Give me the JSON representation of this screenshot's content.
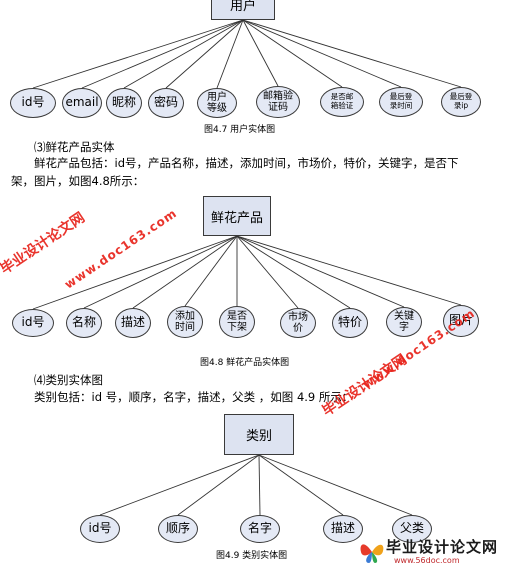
{
  "colors": {
    "node_fill": "#dde3f1",
    "watermark": "#e8231b"
  },
  "diagram1": {
    "root": "用户",
    "leaves": [
      "id号",
      "email",
      "昵称",
      "密码",
      "用户\n等级",
      "邮箱验\n证码",
      "是否邮\n箱验证",
      "最后登\n录时间",
      "最后登\n录ip"
    ],
    "caption": "图4.7  用户实体图"
  },
  "section3": {
    "heading": "⑶鲜花产品实体",
    "line1": "鲜花产品包括：id号，产品名称，描述，添加时间，市场价，特价，关键字，是否下",
    "line2": "架，图片，如图4.8所示："
  },
  "diagram2": {
    "root": "鲜花产品",
    "leaves": [
      "id号",
      "名称",
      "描述",
      "添加\n时间",
      "是否\n下架",
      "市场\n价",
      "特价",
      "关键\n字",
      "图片"
    ],
    "caption": "图4.8  鲜花产品实体图"
  },
  "section4": {
    "heading": "⑷类别实体图",
    "line1": "类别包括：id 号，顺序，名字，描述，父类 ，如图 4.9 所示："
  },
  "diagram3": {
    "root": "类别",
    "leaves": [
      "id号",
      "顺序",
      "名字",
      "描述",
      "父类"
    ],
    "caption": "图4.9  类别实体图"
  },
  "watermarks": {
    "site_name": "毕业设计论文网",
    "site_url": "www.doc163.com"
  },
  "logo": {
    "title": "毕业设计论文网",
    "url": "www.56doc.com",
    "icon": "butterfly-logo-icon"
  }
}
